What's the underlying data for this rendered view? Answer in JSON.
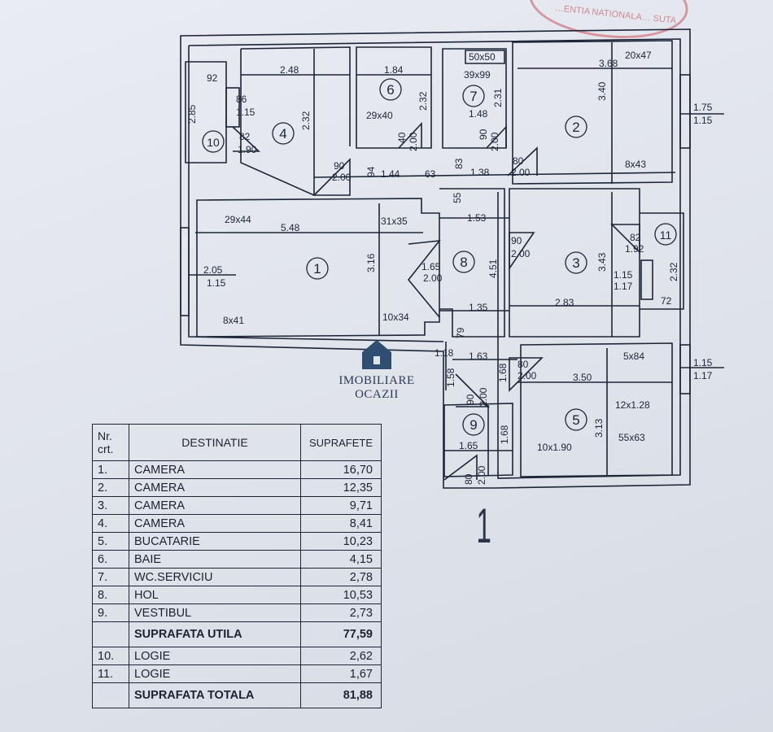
{
  "stamp_text": "…ENTIA NATIONALA… SUTA",
  "rooms": [
    {
      "num": "1",
      "dims": [
        "5.48",
        "3.16",
        "2.05",
        "1.15",
        "29x44",
        "31x35",
        "8x41"
      ]
    },
    {
      "num": "2",
      "dims": [
        "3.68",
        "3.40",
        "20x47",
        "8x43",
        "1.75",
        "1.15"
      ]
    },
    {
      "num": "3",
      "dims": [
        "2.83",
        "3.43",
        "1.53",
        "90",
        "2.00"
      ]
    },
    {
      "num": "4",
      "dims": [
        "2.48",
        "2.32",
        "86",
        "1.15",
        "82",
        "1.90"
      ]
    },
    {
      "num": "5",
      "dims": [
        "3.50",
        "3.13",
        "5x84",
        "12x1.28",
        "55x63",
        "10x1.90",
        "1.15",
        "1.17"
      ]
    },
    {
      "num": "6",
      "dims": [
        "1.84",
        "2.32",
        "29x40",
        "40",
        "2.00"
      ]
    },
    {
      "num": "7",
      "dims": [
        "50x50",
        "39x99",
        "2.31",
        "1.48",
        "90",
        "2.00"
      ]
    },
    {
      "num": "8",
      "dims": [
        "1.65",
        "2.00",
        "4.51",
        "1.35",
        "10x34",
        "55",
        "83",
        "63",
        "1.38",
        "2.00",
        "80"
      ]
    },
    {
      "num": "9",
      "dims": [
        "1.65",
        "1.68",
        "90",
        "2.00",
        "1.58",
        "79",
        "1.63"
      ]
    },
    {
      "num": "10",
      "dims": [
        "92",
        "2.85"
      ]
    },
    {
      "num": "11",
      "dims": [
        "82",
        "1.92",
        "2.32",
        "72",
        "1.15",
        "1.17"
      ]
    }
  ],
  "extra_dims": [
    "90",
    "2.00",
    "94",
    "1.44",
    "80",
    "2.00",
    "1.68",
    "80",
    "2.00",
    "1.18"
  ],
  "logo": {
    "name": "IMOBILIARE OCAZII",
    "icon": "house-icon"
  },
  "north_mark": "1",
  "table": {
    "headers": [
      "Nr. crt.",
      "DESTINATIE",
      "SUPRAFETE"
    ],
    "rows": [
      {
        "nr": "1.",
        "dest": "CAMERA",
        "val": "16,70"
      },
      {
        "nr": "2.",
        "dest": "CAMERA",
        "val": "12,35"
      },
      {
        "nr": "3.",
        "dest": "CAMERA",
        "val": "9,71"
      },
      {
        "nr": "4.",
        "dest": "CAMERA",
        "val": "8,41"
      },
      {
        "nr": "5.",
        "dest": "BUCATARIE",
        "val": "10,23"
      },
      {
        "nr": "6.",
        "dest": "BAIE",
        "val": "4,15"
      },
      {
        "nr": "7.",
        "dest": "WC.SERVICIU",
        "val": "2,78"
      },
      {
        "nr": "8.",
        "dest": "HOL",
        "val": "10,53"
      },
      {
        "nr": "9.",
        "dest": "VESTIBUL",
        "val": "2,73"
      }
    ],
    "useful": {
      "label": "SUPRAFATA UTILA",
      "val": "77,59"
    },
    "rows2": [
      {
        "nr": "10.",
        "dest": "LOGIE",
        "val": "2,62"
      },
      {
        "nr": "11.",
        "dest": "LOGIE",
        "val": "1,67"
      }
    ],
    "total": {
      "label": "SUPRAFATA TOTALA",
      "val": "81,88"
    }
  }
}
